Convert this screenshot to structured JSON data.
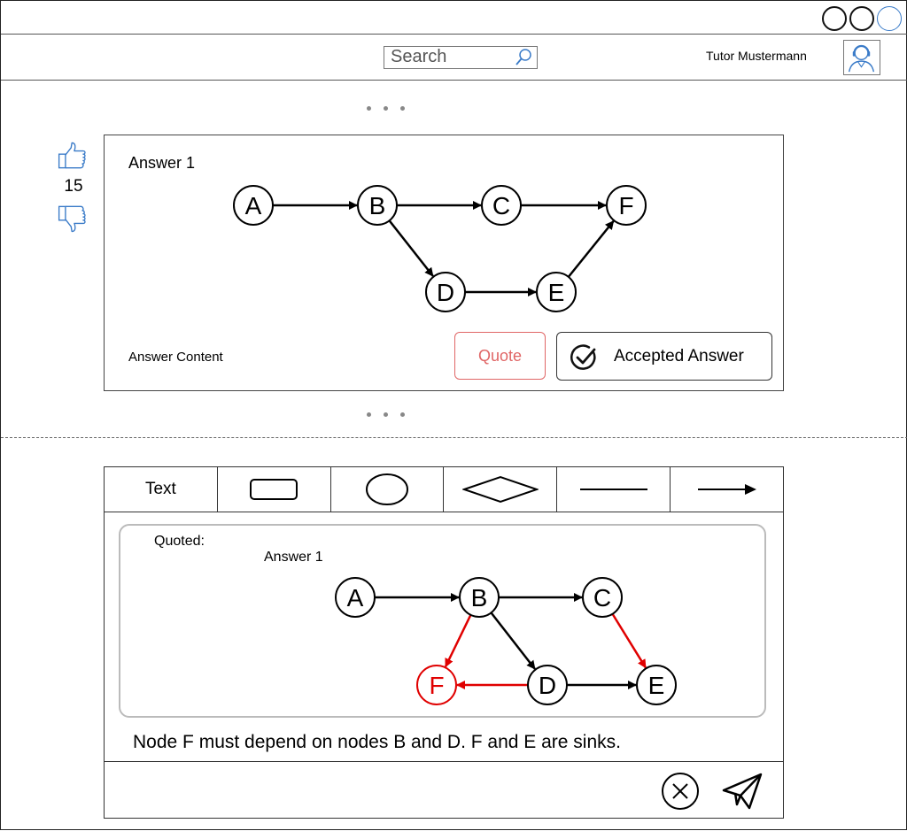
{
  "header": {
    "search_placeholder": "Search",
    "username": "Tutor Mustermann"
  },
  "icons": {
    "search": "magnifier-icon",
    "avatar": "user-avatar-icon",
    "upvote": "thumbs-up-icon",
    "downvote": "thumbs-down-icon",
    "accepted": "check-circle-icon",
    "cancel": "x-circle-icon",
    "send": "paper-plane-icon"
  },
  "colors": {
    "accent": "#3a7bc8",
    "quote": "#e06666",
    "highlight": "#e00000"
  },
  "answer": {
    "votes": "15",
    "title": "Answer 1",
    "content": "Answer Content",
    "quote_label": "Quote",
    "accepted_label": "Accepted Answer",
    "graph": {
      "nodes": [
        "A",
        "B",
        "C",
        "F",
        "D",
        "E"
      ],
      "edges": [
        [
          "A",
          "B"
        ],
        [
          "B",
          "C"
        ],
        [
          "C",
          "F"
        ],
        [
          "B",
          "D"
        ],
        [
          "D",
          "E"
        ],
        [
          "E",
          "F"
        ]
      ]
    }
  },
  "editor": {
    "toolbar": [
      {
        "label": "Text",
        "tool": "text"
      },
      {
        "label": "",
        "tool": "rectangle"
      },
      {
        "label": "",
        "tool": "ellipse"
      },
      {
        "label": "",
        "tool": "diamond"
      },
      {
        "label": "",
        "tool": "line"
      },
      {
        "label": "",
        "tool": "arrow"
      }
    ],
    "quoted_label": "Quoted:",
    "quoted_title": "Answer 1",
    "quoted_graph": {
      "nodes": [
        "A",
        "B",
        "C",
        "F",
        "D",
        "E"
      ],
      "highlighted_nodes": [
        "F"
      ],
      "edges": [
        [
          "A",
          "B"
        ],
        [
          "B",
          "C"
        ],
        [
          "B",
          "D"
        ],
        [
          "D",
          "E"
        ]
      ],
      "highlighted_edges": [
        [
          "B",
          "F"
        ],
        [
          "D",
          "F"
        ],
        [
          "C",
          "E"
        ]
      ]
    },
    "comment": "Node F must depend on nodes B and D. F and E are sinks."
  }
}
